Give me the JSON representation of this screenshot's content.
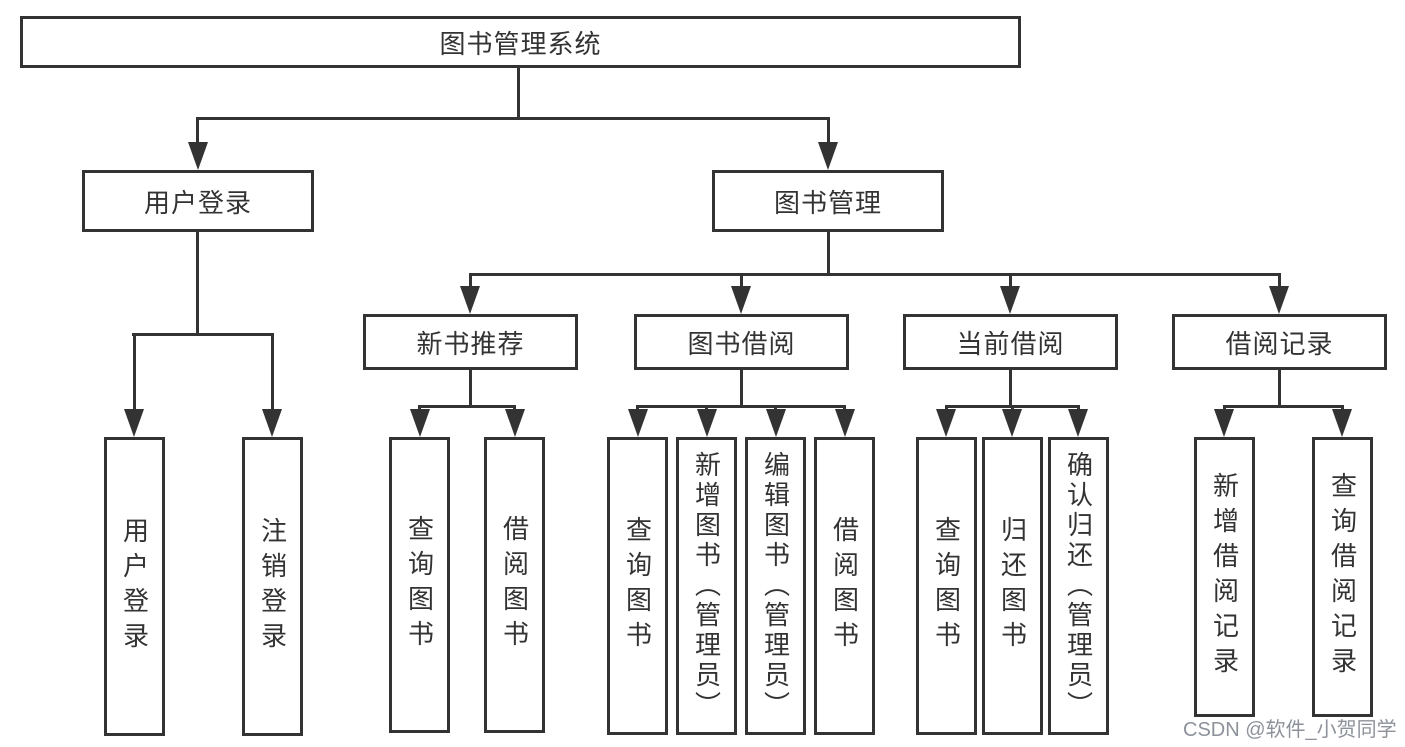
{
  "colors": {
    "line": "#333333",
    "box_border": "#333333",
    "text": "#333333",
    "background": "#ffffff",
    "watermark_text": "#8d929a"
  },
  "tree": {
    "root": {
      "label": "图书管理系统"
    },
    "branches": [
      {
        "label": "用户登录",
        "children": [
          {
            "label": "用户登录"
          },
          {
            "label": "注销登录"
          }
        ]
      },
      {
        "label": "图书管理",
        "children": [
          {
            "label": "新书推荐",
            "children": [
              {
                "label": "查询图书"
              },
              {
                "label": "借阅图书"
              }
            ]
          },
          {
            "label": "图书借阅",
            "children": [
              {
                "label": "查询图书"
              },
              {
                "label": "新增图书（管理员）"
              },
              {
                "label": "编辑图书（管理员）"
              },
              {
                "label": "借阅图书"
              }
            ]
          },
          {
            "label": "当前借阅",
            "children": [
              {
                "label": "查询图书"
              },
              {
                "label": "归还图书"
              },
              {
                "label": "确认归还（管理员）"
              }
            ]
          },
          {
            "label": "借阅记录",
            "children": [
              {
                "label": "新增借阅记录"
              },
              {
                "label": "查询借阅记录"
              }
            ]
          }
        ]
      }
    ]
  },
  "watermark": {
    "text": "CSDN @软件_小贺同学"
  }
}
